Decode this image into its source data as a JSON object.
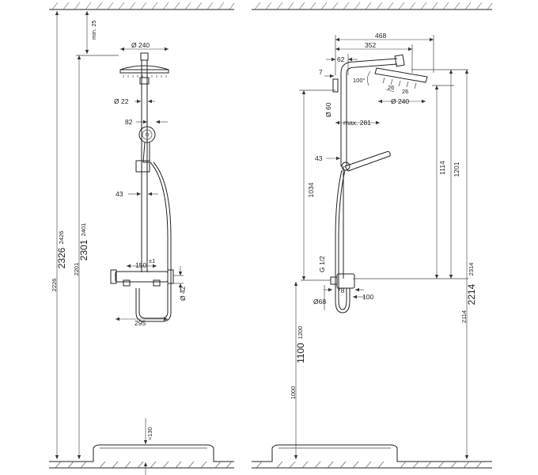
{
  "left_view": {
    "clearance_top": "min. 25",
    "head_diameter": "Ø 240",
    "pipe_diameter": "Ø 22",
    "handshower_offset": "82",
    "holder_offset": "43",
    "axis_distance": "150",
    "axis_tolerance": "±1",
    "outlet_diameter": "Ø 42",
    "mixer_width": "295",
    "floor_clearance": "≈130",
    "height_a_low": "2226",
    "height_a_mid": "2326",
    "height_a_high": "2426",
    "height_b_low": "2201",
    "height_b_mid": "2301",
    "height_b_high": "2401"
  },
  "right_view": {
    "arm_total": "468",
    "arm_reach": "352",
    "arm_offset": "62",
    "wall_gap": "7",
    "tilt_angle": "100°",
    "nozzle_a": "26",
    "nozzle_b": "26",
    "head_diameter": "Ø 240",
    "rail_diameter": "Ø 60",
    "max_reach": "max. 281",
    "holder_offset": "43",
    "rail_height": "1034",
    "height_c": "1114",
    "height_d": "1201",
    "thread": "G 1/2",
    "outlet_width": "78",
    "outlet_diameter": "Ø68",
    "outlet_depth": "100",
    "mixer_low": "1000",
    "mixer_mid": "1100",
    "mixer_high": "1200",
    "height_e_low": "2114",
    "height_e_mid": "2214",
    "height_e_high": "2314"
  }
}
